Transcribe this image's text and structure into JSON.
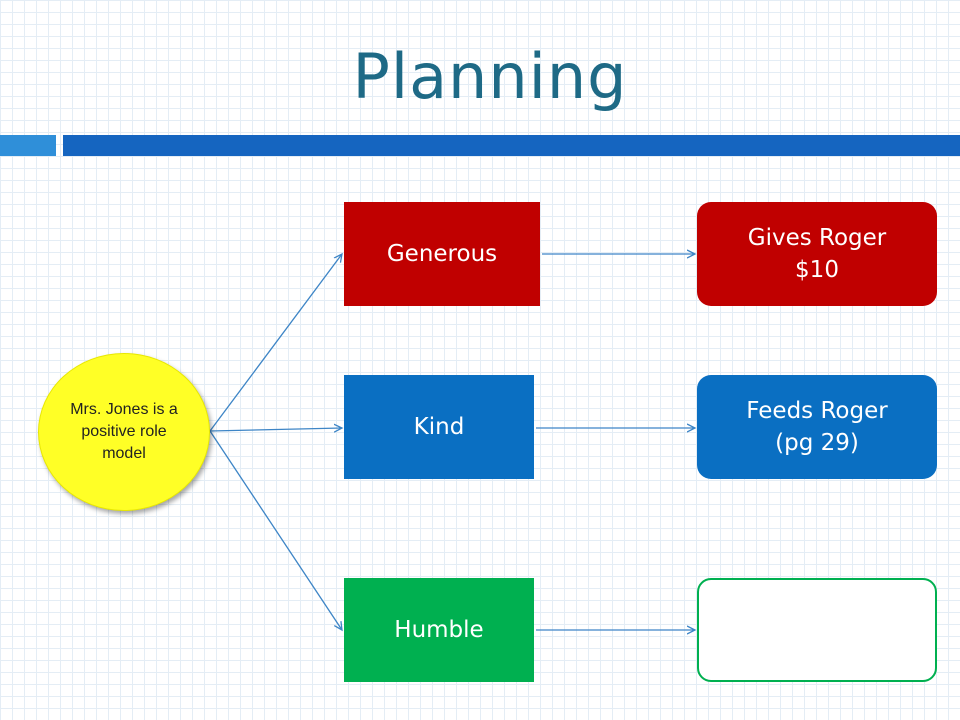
{
  "title": "Planning",
  "diagram": {
    "root": {
      "label": "Mrs. Jones is a positive role model"
    },
    "traits": [
      {
        "label": "Generous",
        "color": "#c00000"
      },
      {
        "label": "Kind",
        "color": "#0a6fc2"
      },
      {
        "label": "Humble",
        "color": "#00b050"
      }
    ],
    "evidence": [
      {
        "line1": "Gives Roger",
        "line2": "$10",
        "color": "#c00000"
      },
      {
        "line1": "Feeds Roger",
        "line2": "(pg 29)",
        "color": "#0a6fc2"
      },
      {
        "line1": "",
        "line2": "",
        "border_color": "#00b050"
      }
    ]
  },
  "colors": {
    "title": "#1e6a86",
    "accent_bar_light": "#2f8fd9",
    "accent_bar_dark": "#1565c0",
    "connector": "#3d85c6",
    "root_fill": "#ffff26"
  }
}
